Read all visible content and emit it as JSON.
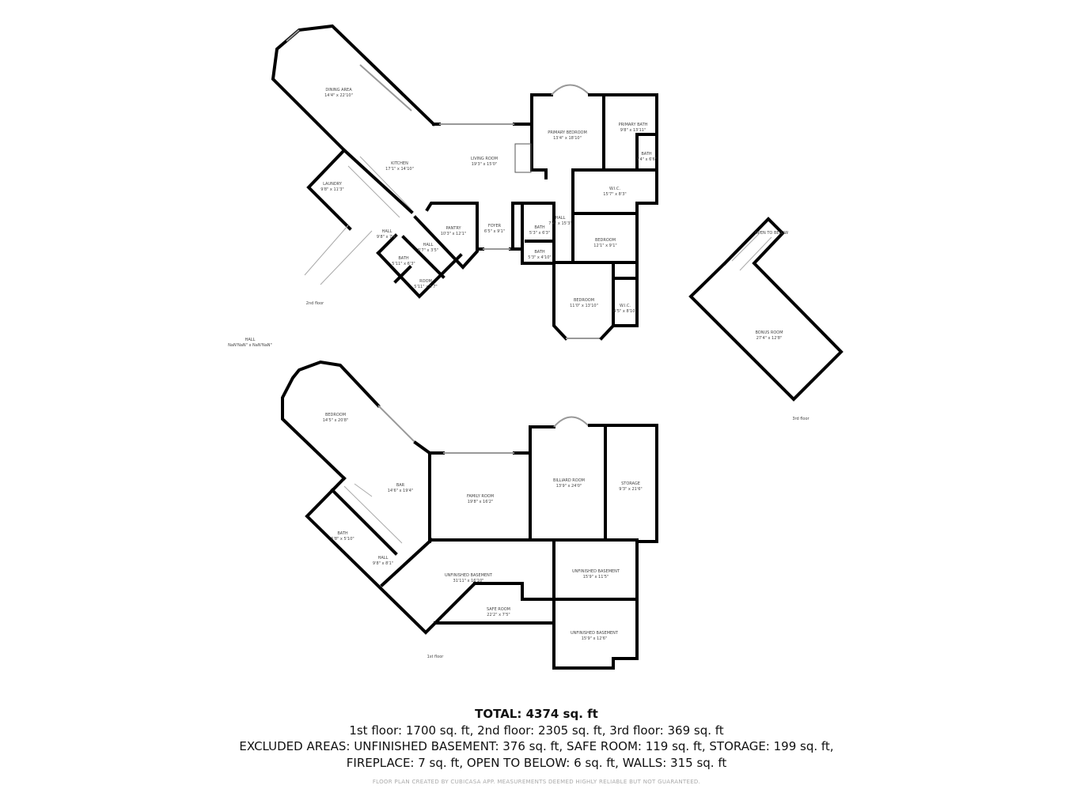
{
  "floors": {
    "second": {
      "label": "2nd floor",
      "rooms": [
        {
          "name": "DINING AREA",
          "dims": "14'4\" x 22'10\""
        },
        {
          "name": "KITCHEN",
          "dims": "17'1\" x 14'10\""
        },
        {
          "name": "LIVING ROOM",
          "dims": "19'3\" x 15'0\""
        },
        {
          "name": "LAUNDRY",
          "dims": "9'8\" x 11'3\""
        },
        {
          "name": "HALL",
          "dims": "9'8\" x 7'4\""
        },
        {
          "name": "HALL",
          "dims": "6'7\" x 3'5\""
        },
        {
          "name": "PANTRY",
          "dims": "10'3\" x 12'1\""
        },
        {
          "name": "FOYER",
          "dims": "6'5\" x 9'1\""
        },
        {
          "name": "BATH",
          "dims": "5'11\" x 6'3\""
        },
        {
          "name": "ROOM",
          "dims": "5'11\" x 5'7\""
        },
        {
          "name": "PRIMARY BEDROOM",
          "dims": "13'4\" x 18'10\""
        },
        {
          "name": "PRIMARY BATH",
          "dims": "9'8\" x 13'11\""
        },
        {
          "name": "BATH",
          "dims": "3'4\" x 6'6\""
        },
        {
          "name": "W.I.C.",
          "dims": "15'7\" x 8'3\""
        },
        {
          "name": "HALL",
          "dims": "7'4\" x 15'3\""
        },
        {
          "name": "BATH",
          "dims": "5'3\" x 6'3\""
        },
        {
          "name": "BATH",
          "dims": "5'3\" x 4'10\""
        },
        {
          "name": "BEDROOM",
          "dims": "12'1\" x 9'1\""
        },
        {
          "name": "BEDROOM",
          "dims": "11'0\" x 13'10\""
        },
        {
          "name": "W.I.C.",
          "dims": "4'5\" x 8'10\""
        }
      ]
    },
    "stray": {
      "name": "HALL",
      "dims": "NaN'NaN\" x NaN'NaN\""
    },
    "third": {
      "label": "3rd floor",
      "rooms": [
        {
          "name": "OPEN TO BELOW",
          "dims": ""
        },
        {
          "name": "BONUS ROOM",
          "dims": "27'4\" x 12'8\""
        }
      ]
    },
    "first": {
      "label": "1st floor",
      "rooms": [
        {
          "name": "BEDROOM",
          "dims": "14'5\" x 20'8\""
        },
        {
          "name": "BAR",
          "dims": "14'6\" x 19'4\""
        },
        {
          "name": "FAMILY ROOM",
          "dims": "19'8\" x 16'2\""
        },
        {
          "name": "BILLIARD ROOM",
          "dims": "13'9\" x 24'0\""
        },
        {
          "name": "STORAGE",
          "dims": "9'3\" x 21'6\""
        },
        {
          "name": "BATH",
          "dims": "5'8\" x 5'10\""
        },
        {
          "name": "HALL",
          "dims": "9'8\" x 8'1\""
        },
        {
          "name": "UNFINISHED BASEMENT",
          "dims": "31'11\" x 16'10\""
        },
        {
          "name": "UNFINISHED BASEMENT",
          "dims": "15'9\" x 11'5\""
        },
        {
          "name": "SAFE ROOM",
          "dims": "22'2\" x 7'5\""
        },
        {
          "name": "UNFINISHED BASEMENT",
          "dims": "15'9\" x 12'6\""
        }
      ]
    }
  },
  "summary": {
    "total": "TOTAL: 4374 sq. ft",
    "floors_line": "1st floor: 1700 sq. ft, 2nd floor: 2305 sq. ft, 3rd floor: 369 sq. ft",
    "excluded_line1": "EXCLUDED AREAS: UNFINISHED BASEMENT: 376 sq. ft, SAFE ROOM: 119 sq. ft, STORAGE: 199 sq. ft,",
    "excluded_line2": "FIREPLACE: 7 sq. ft, OPEN TO BELOW: 6 sq. ft, WALLS: 315 sq. ft"
  },
  "footer": "FLOOR PLAN CREATED BY CUBICASA APP. MEASUREMENTS DEEMED HIGHLY RELIABLE BUT NOT GUARANTEED."
}
